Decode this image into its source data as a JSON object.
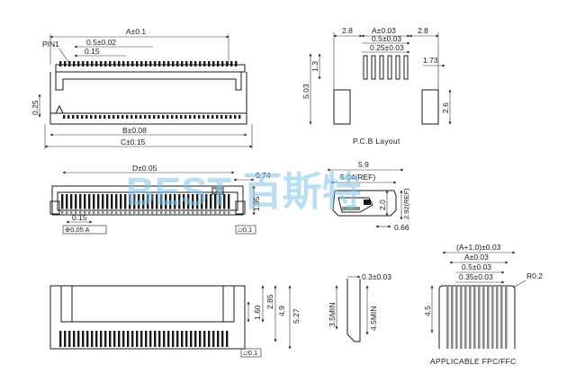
{
  "labels": {
    "dim_a": "A±0.1",
    "pin1": "PIN1",
    "pitch": "0.5±0.02",
    "w015": "0.15",
    "h025": "0.25",
    "dim_b": "B±0.08",
    "dim_c": "C±0.15",
    "pcb_28a": "2.8",
    "pcb_a": "A±0.03",
    "pcb_28b": "2.8",
    "pcb_pitch": "0.5±0.03",
    "pcb_pad": "0.25±0.03",
    "pcb_13": "1.3",
    "pcb_173": "1.73",
    "pcb_503": "5.03",
    "pcb_26": "2.6",
    "pcb_title": "P.C.B Layout",
    "dim_d": "D±0.05",
    "w074": "0.74",
    "h195": "1.95",
    "b015": "0.15",
    "tol_pos": "⊕0.05 A",
    "tol_flat1": "⏥0.1",
    "badge30": "30",
    "s59": "5.9",
    "s504": "5.04(REF)",
    "s20": "2.0",
    "s292": "2.92(REF)",
    "s066": "0.66",
    "h160": "1.60",
    "h285": "2.85",
    "h49": "4.9",
    "h527": "5.27",
    "tol_flat2": "⏥0.1",
    "t03": "0.3±0.03",
    "min35": "3.5MIN",
    "min45": "4.5MIN",
    "f_a10": "(A+1.0)±0.03",
    "f_a": "A±0.03",
    "f_pitch": "0.5±0.03",
    "f_w": "0.35±0.03",
    "f_r": "R0.2",
    "f_45": "4.5",
    "f_title": "APPLICABLE FPC/FFC"
  },
  "watermark": {
    "text": "BEST 百斯特",
    "color": "#7fc4ea"
  }
}
